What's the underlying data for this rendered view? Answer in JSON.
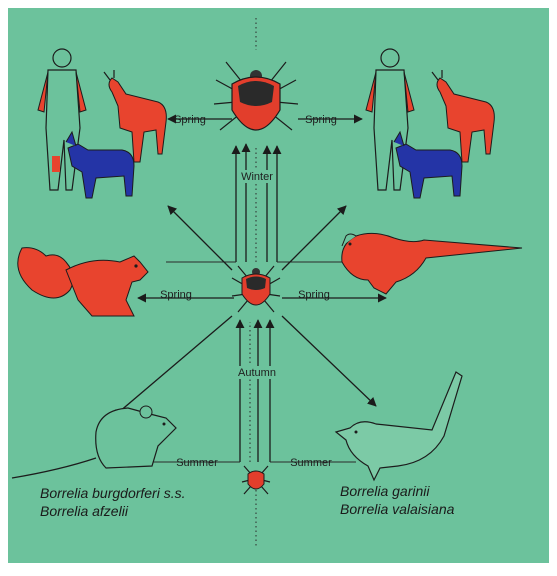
{
  "colors": {
    "background": "#6cc29c",
    "tick_red": "#e23e2c",
    "animal_red": "#e8442e",
    "dog_blue": "#2434a6",
    "bird_green": "#7ccaa6",
    "line": "#1b1b1b"
  },
  "seasons": {
    "spring_top_left": "Spring",
    "spring_top_right": "Spring",
    "winter": "Winter",
    "spring_mid_left": "Spring",
    "spring_mid_right": "Spring",
    "autumn": "Autumn",
    "summer_left": "Summer",
    "summer_right": "Summer"
  },
  "species": {
    "left": [
      "Borrelia burgdorferi s.s.",
      "Borrelia afzelii"
    ],
    "right": [
      "Borrelia garinii",
      "Borrelia valaisiana"
    ]
  },
  "icons": [
    "human-icon",
    "deer-icon",
    "dog-icon",
    "adult-tick-icon",
    "nymph-tick-icon",
    "larva-tick-icon",
    "squirrel-icon",
    "pheasant-icon",
    "mouse-icon",
    "songbird-icon"
  ]
}
